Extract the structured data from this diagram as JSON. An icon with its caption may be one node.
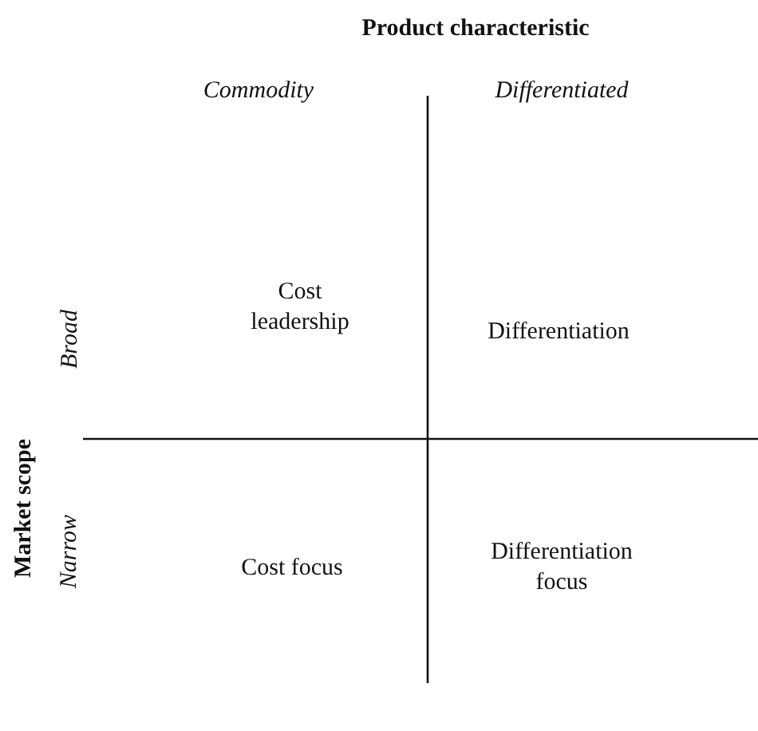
{
  "diagram": {
    "title": "Product characteristic",
    "labels": [
      "Commodity",
      "Differentiated",
      "Market scope",
      "Broad",
      "Cost leadership",
      "Differentiation",
      "Narrow",
      "Cost focus",
      "Differentiation focus"
    ]
  }
}
